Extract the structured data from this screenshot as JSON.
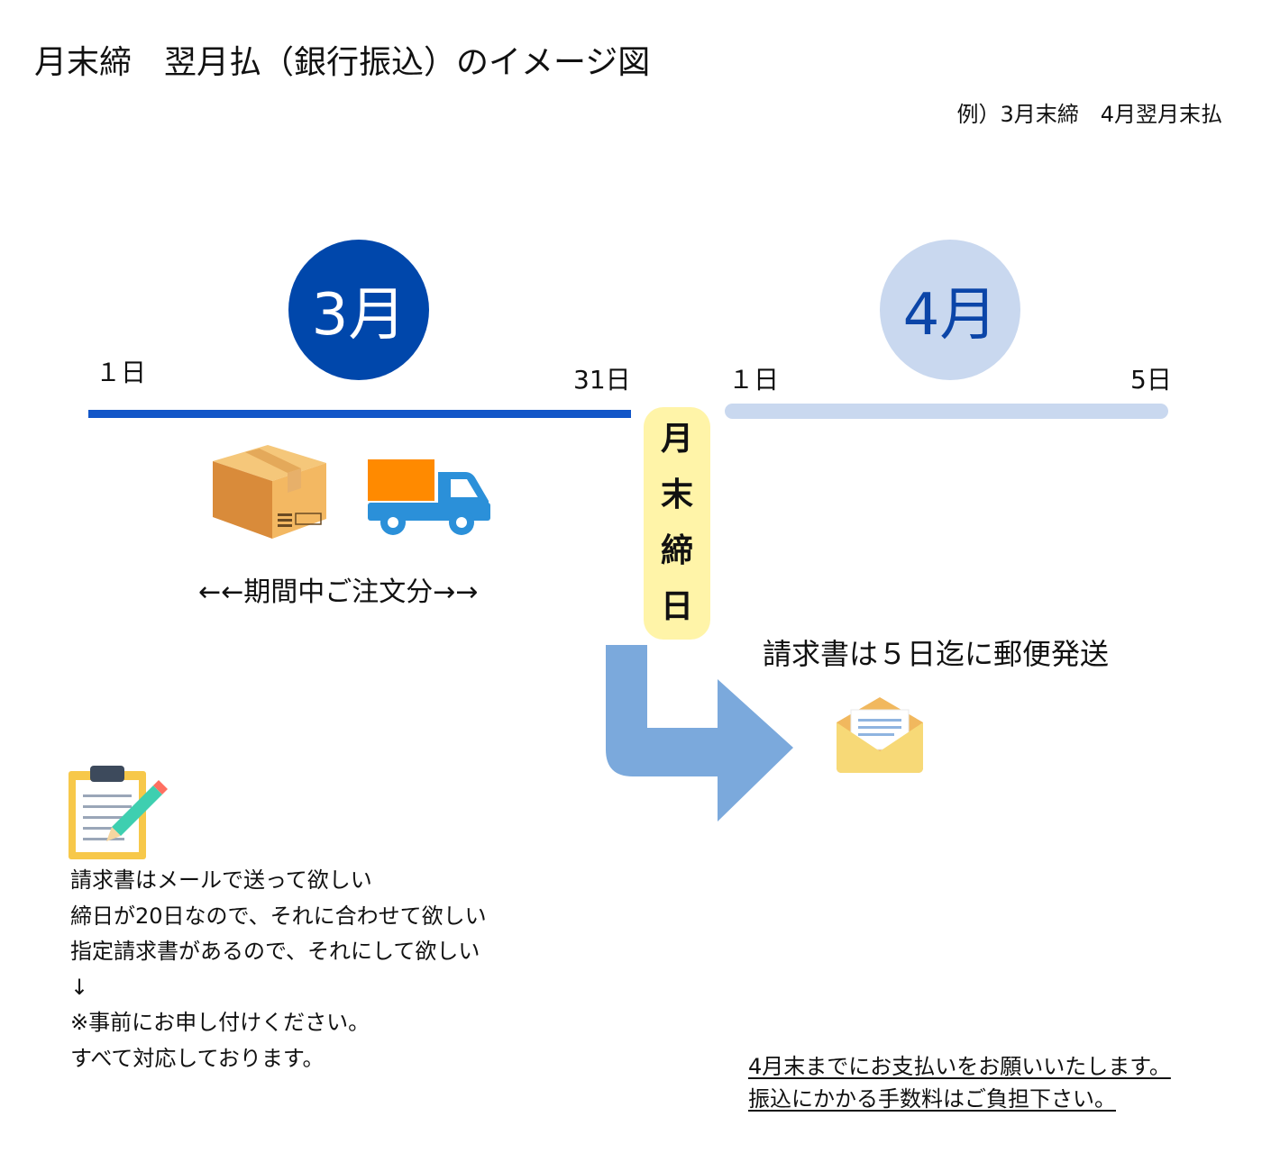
{
  "title": "月末締　翌月払（銀行振込）のイメージ図",
  "example": "例）3月末締　4月翌月末払",
  "march": {
    "label": "3月",
    "start_day": "１日",
    "end_day": "31日",
    "color": "#0047ab",
    "bar_color": "#1256c8"
  },
  "april": {
    "label": "4月",
    "start_day": "１日",
    "end_day": "5日",
    "color": "#c9d8ef",
    "text_color": "#0b45a8"
  },
  "closing_day": [
    "月",
    "末",
    "締",
    "日"
  ],
  "order_period": "←←期間中ご注文分→→",
  "invoice_mail": "請求書は５日迄に郵便発送",
  "notes": [
    "請求書はメールで送って欲しい",
    "締日が20日なので、それに合わせて欲しい",
    "指定請求書があるので、それにして欲しい",
    "↓",
    "※事前にお申し付けください。",
    "すべて対応しております。"
  ],
  "payment": [
    "4月末までにお支払いをお願いいたします。",
    "振込にかかる手数料はご負担下さい。"
  ],
  "colors": {
    "arrow": "#7ba9dc",
    "closing_pill": "#fff4a8"
  }
}
